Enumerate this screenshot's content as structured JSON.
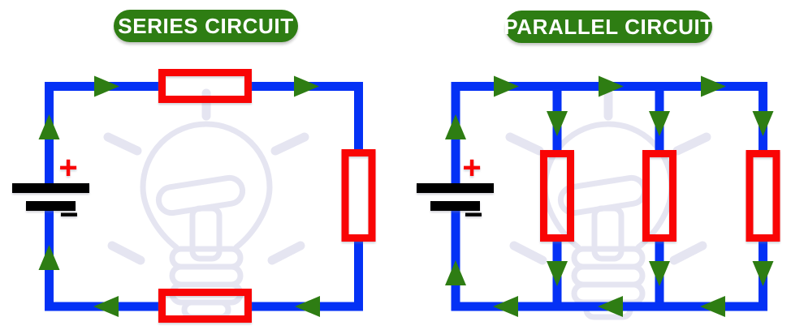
{
  "figure": {
    "description": "Comparison of a series circuit and a parallel circuit",
    "background_color": "#FFFFFF"
  },
  "badges": {
    "series_label": "SERIES CIRCUIT",
    "parallel_label": "PARALLEL CIRCUIT"
  },
  "battery": {
    "positive_label": "+",
    "negative_label": "−"
  },
  "colors": {
    "wire_blue": "#0431F5",
    "arrow_green": "#2E7D13",
    "badge_green": "#2E7D13",
    "resistor_red": "#F90505",
    "battery_black": "#000000",
    "polarity_plus_red": "#F90505",
    "watermark_lavender": "#E5E5F1"
  },
  "series_circuit": {
    "title": "SERIES CIRCUIT",
    "resistor_count": 3,
    "battery_count": 1,
    "current_arrow_count": 6,
    "current_direction": "clockwise"
  },
  "parallel_circuit": {
    "title": "PARALLEL CIRCUIT",
    "branch_count": 3,
    "resistor_count": 3,
    "battery_count": 1,
    "current_arrow_count": 14,
    "current_direction": "clockwise"
  }
}
